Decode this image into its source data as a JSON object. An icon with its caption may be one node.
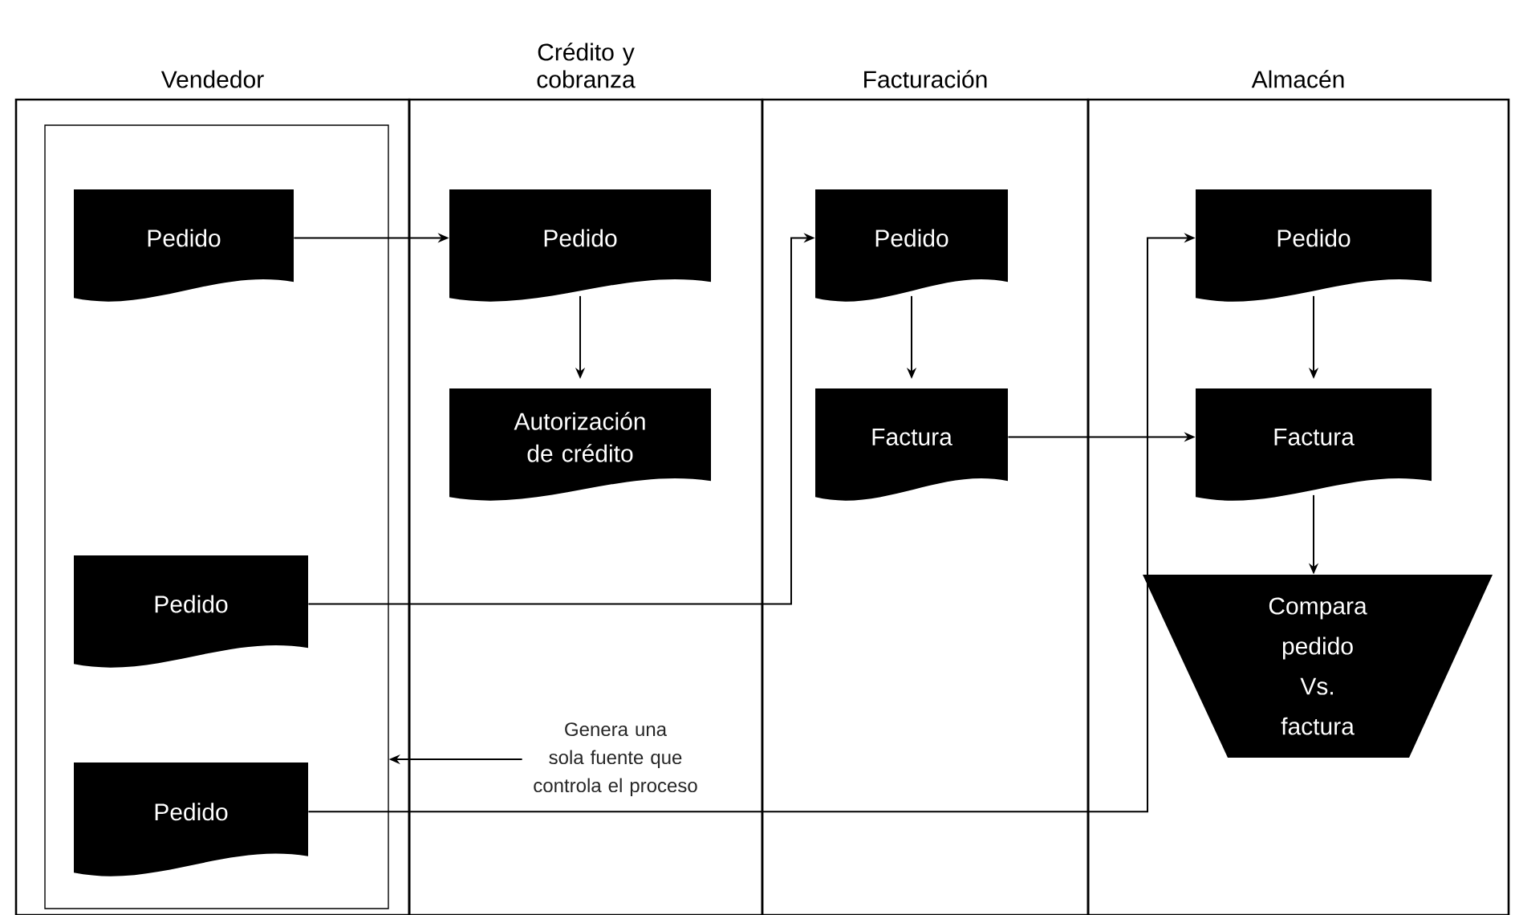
{
  "diagram": {
    "nodes": [
      {
        "text": [
          "Vendedor"
        ]
      },
      {
        "text": [
          "Crédito y cobranza"
        ]
      },
      {
        "text": [
          "Facturación"
        ]
      },
      {
        "text": [
          "Almacén"
        ]
      },
      {
        "text": [],
        "shape": "box",
        "in": 0
      },
      {
        "text": [
          "Pedido"
        ],
        "in": 4
      },
      {
        "text": [
          "Pedido"
        ],
        "in": 4
      },
      {
        "text": [
          "Pedido"
        ],
        "in": 4
      },
      {
        "text": [
          "Pedido"
        ],
        "in": 1
      },
      {
        "text": [
          "Autorización de crédito"
        ],
        "in": 1
      },
      {
        "text": [
          "Pedido"
        ],
        "in": 2
      },
      {
        "text": [
          "Factura"
        ],
        "in": 2
      },
      {
        "text": [
          "Pedido"
        ],
        "in": 3
      },
      {
        "text": [
          "Factura"
        ],
        "in": 3
      },
      {
        "text": [
          "Compara pedido Vs. factura"
        ],
        "in": 3
      },
      {
        "text": [
          "Genera una sola fuente que controla el proceso"
        ],
        "in": 1
      }
    ],
    "edges": [
      {
        "from": 5,
        "to": 8,
        "arrow": "to"
      },
      {
        "from": 8,
        "to": 9,
        "arrow": "to"
      },
      {
        "from": 6,
        "to": 10,
        "arrow": "to"
      },
      {
        "from": 10,
        "to": 11,
        "arrow": "to"
      },
      {
        "from": 11,
        "to": 13,
        "arrow": "to"
      },
      {
        "from": 7,
        "to": 12,
        "arrow": "to"
      },
      {
        "from": 12,
        "to": 13,
        "arrow": "to"
      },
      {
        "from": 13,
        "to": 14,
        "arrow": "to"
      },
      {
        "from": 15,
        "to": 4,
        "arrow": "to"
      }
    ]
  }
}
